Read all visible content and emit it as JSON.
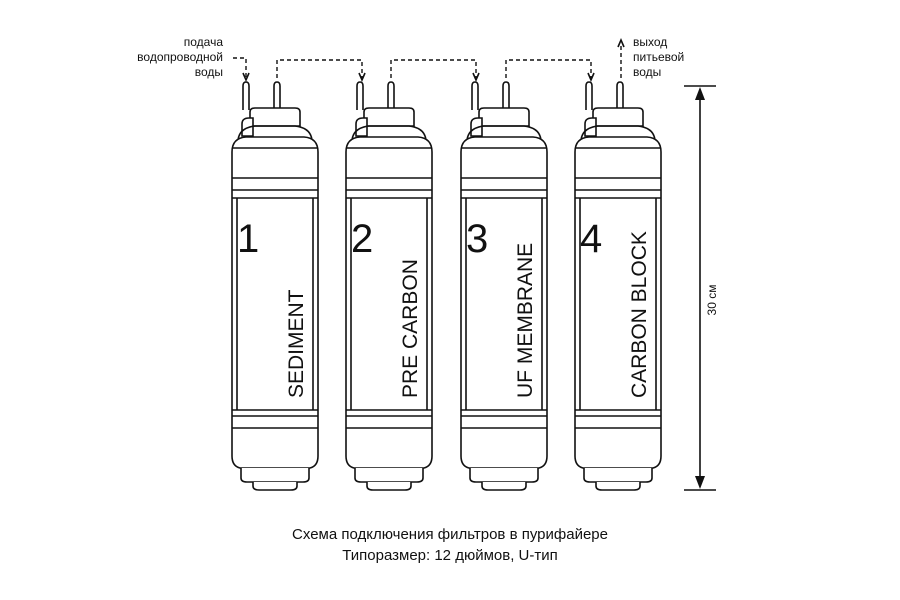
{
  "inlet_label": [
    "подача",
    "водопроводной",
    "воды"
  ],
  "outlet_label": [
    "выход",
    "питьевой",
    "воды"
  ],
  "dimension_label": "30 см",
  "filters": [
    {
      "number": "1",
      "name": "SEDIMENT"
    },
    {
      "number": "2",
      "name": "PRE CARBON"
    },
    {
      "number": "3",
      "name": "UF MEMBRANE"
    },
    {
      "number": "4",
      "name": "CARBON BLOCK"
    }
  ],
  "caption": {
    "line1": "Схема подключения фильтров  в пурифайере",
    "line2": "Типоразмер: 12 дюймов, U-тип"
  }
}
